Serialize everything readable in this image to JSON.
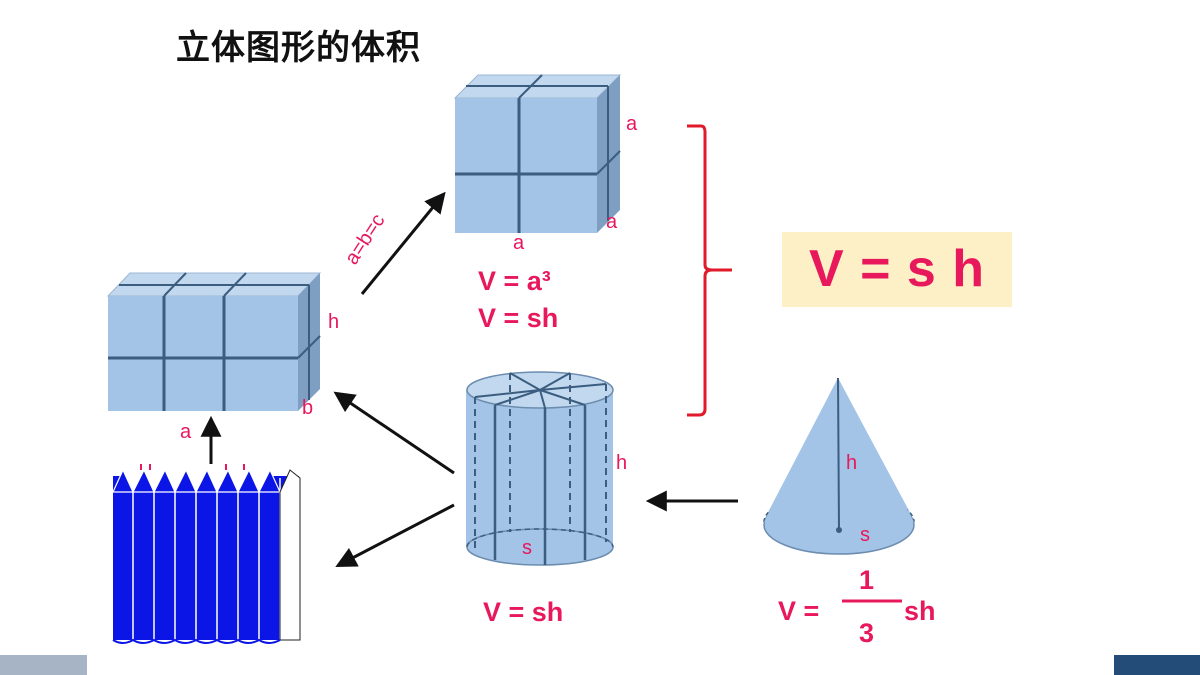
{
  "title": "立体图形的体积",
  "cube": {
    "label_right_top": "a",
    "label_right_bottom": "a",
    "label_bottom": "a",
    "formula_1": "V = a³",
    "formula_2": "V = sh"
  },
  "cuboid": {
    "label_height": "h",
    "label_depth": "b",
    "label_width": "a"
  },
  "arrow_cuboid_to_cube_label": "a=b=c",
  "cylinder": {
    "label_height": "h",
    "label_base": "s",
    "formula": "V = sh"
  },
  "cone": {
    "label_height": "h",
    "label_base": "s",
    "formula_prefix": "V =",
    "fraction_numerator": "1",
    "fraction_denominator": "3",
    "formula_suffix": "sh"
  },
  "general_formula": "V = s h",
  "colors": {
    "solid_face": "#a3c4e6",
    "solid_edge": "#3b5d80",
    "label": "#e8185c",
    "brace": "#e01a2a",
    "highlight_box": "#fdf0c6",
    "wedge_blue": "#0b16e6"
  }
}
